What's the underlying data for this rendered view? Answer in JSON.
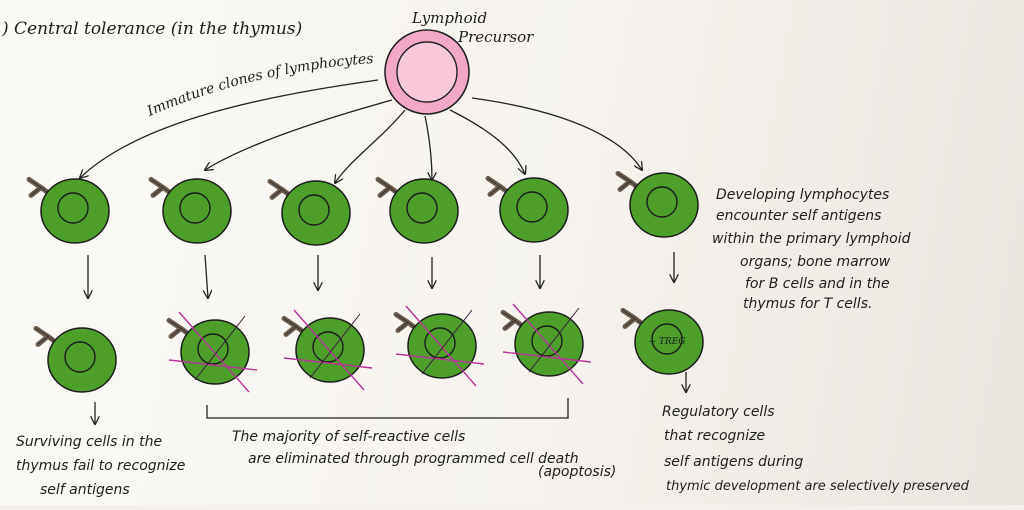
{
  "header": {
    "title": ") Central tolerance (in the thymus)"
  },
  "precursor": {
    "label_line1": "Lymphoid",
    "label_line2": "Precursor"
  },
  "arrow_label": "Immature clones of lymphocytes",
  "colors": {
    "cell_fill": "#4e9e2a",
    "cell_stroke": "#1c1c1c",
    "receptor": "#6a5a4c",
    "precursor_outer": "#f2a8c6",
    "precursor_inner": "#f7c8da",
    "cross": "#b8369a"
  },
  "cells": {
    "top_row": [
      {
        "id": "t1"
      },
      {
        "id": "t2"
      },
      {
        "id": "t3"
      },
      {
        "id": "t4"
      },
      {
        "id": "t5"
      },
      {
        "id": "t6"
      }
    ],
    "bottom_row": [
      {
        "id": "b1",
        "eliminated": false
      },
      {
        "id": "b2",
        "eliminated": true
      },
      {
        "id": "b3",
        "eliminated": true
      },
      {
        "id": "b4",
        "eliminated": true
      },
      {
        "id": "b5",
        "eliminated": true
      },
      {
        "id": "b6",
        "eliminated": false,
        "label": "+ TREG"
      }
    ]
  },
  "annotations": {
    "developing": [
      "Developing lymphocytes",
      "encounter self antigens",
      "within the primary lymphoid",
      "organs; bone marrow",
      "for B cells and in the",
      "thymus for T cells."
    ],
    "surviving": [
      "Surviving cells in the",
      "thymus fail to recognize",
      "self antigens"
    ],
    "majority": [
      "The majority of self-reactive cells",
      "are eliminated through programmed cell death",
      "(apoptosis)"
    ],
    "regulatory": [
      "Regulatory cells",
      "that recognize",
      "self antigens during",
      "thymic development are selectively preserved"
    ]
  }
}
